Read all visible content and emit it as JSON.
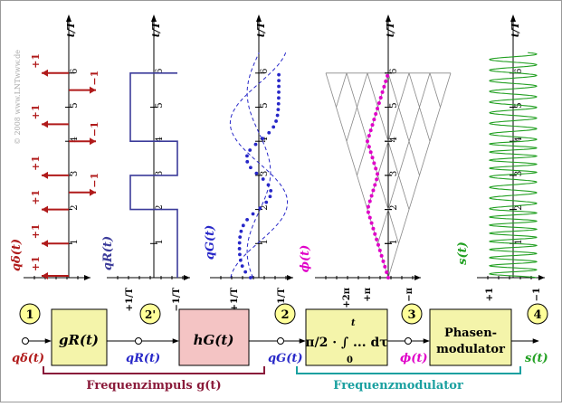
{
  "watermark": "© 2008 www.LNTwww.de",
  "time_axis_label": "t/T",
  "tick_labels": [
    "1",
    "2",
    "3",
    "4",
    "5",
    "6"
  ],
  "panels": {
    "q_delta": {
      "label": "qδ(t)",
      "color": "#b01a1a",
      "impulse_signs": [
        "+1",
        "+1",
        "+1",
        "−1",
        "+1",
        "−1",
        "+1",
        "−1",
        "+1"
      ],
      "x_axis_labels": []
    },
    "q_R": {
      "label": "qR(t)",
      "color": "#3b3b9a",
      "x_axis_labels": [
        "+1/T",
        "−1/T"
      ]
    },
    "q_G": {
      "label": "qG(t)",
      "color": "#2727c8",
      "x_axis_labels": [
        "+1/T",
        "−1/T"
      ]
    },
    "phi": {
      "label": "ϕ(t)",
      "color": "#e000c8",
      "x_axis_labels": [
        "+2π",
        "+π",
        "−π"
      ]
    },
    "s": {
      "label": "s(t)",
      "color": "#22a022",
      "x_axis_labels": [
        "+1",
        "−1"
      ]
    }
  },
  "block_diagram": {
    "nodes": [
      "1",
      "2'",
      "2",
      "3",
      "4"
    ],
    "blocks": {
      "gR": "gR(t)",
      "hG": "hG(t)",
      "integrator": "π/2 · ∫ ... dτ",
      "integrator_upper": "t",
      "integrator_lower": "0",
      "modulator_line1": "Phasen-",
      "modulator_line2": "modulator"
    },
    "signals": {
      "input": "qδ(t)",
      "after_gR": "qR(t)",
      "after_hG": "qG(t)",
      "after_int": "ϕ(t)",
      "output": "s(t)"
    },
    "group_labels": {
      "freq_pulse": "Frequenzimpuls g(t)",
      "freq_mod": "Frequenzmodulator"
    },
    "colors": {
      "block_yellow": "#f4f4aa",
      "block_pink": "#f4c4c4",
      "node_fill": "#ffff99",
      "bracket_red": "#8a1a3a",
      "bracket_teal": "#1aa0a0"
    }
  }
}
